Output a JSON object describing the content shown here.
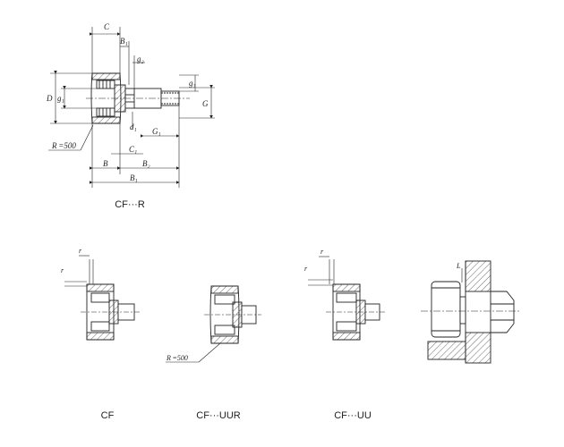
{
  "captions": {
    "cf_r": "CF···R",
    "cf": "CF",
    "cf_uur": "CF···UUR",
    "cf_uu": "CF···UU"
  },
  "dims": {
    "C": "C",
    "B1_top": "B₁",
    "g2": "g₂",
    "g1": "g₁",
    "g3": "g₃",
    "D": "D",
    "G": "G",
    "d1": "d₁",
    "G1": "G₁",
    "C1": "C₁",
    "B": "B",
    "B2": "B₂",
    "B1": "B₁",
    "R_main": "R =500",
    "R_uur": "R =500",
    "r_cf_h": "r",
    "r_cf_v": "r",
    "r_uu_h": "r",
    "r_uu_v": "r",
    "L": "L"
  },
  "colors": {
    "line": "#222222",
    "hatch": "#444444"
  }
}
